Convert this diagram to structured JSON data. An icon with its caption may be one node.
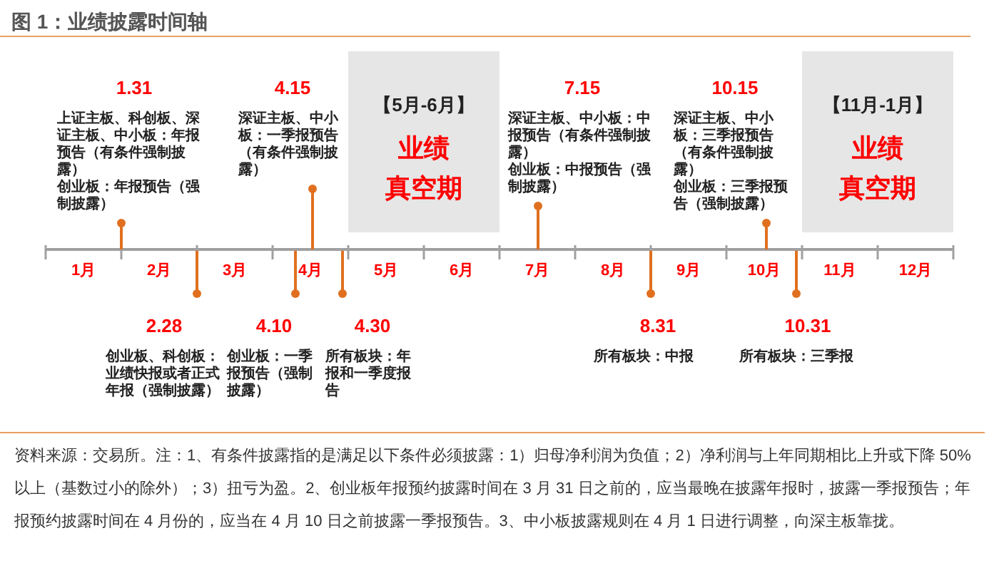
{
  "diagram": {
    "title": "图 1：业绩披露时间轴",
    "nodes": [
      {
        "text": [
          "1.31",
          "**上证主板、科创板、深证主板、中小板：**年报预告（有条件强制披露）",
          "**创业板：**年报预告（强制披露）"
        ]
      },
      {
        "text": [
          "4.15",
          "**深证主板、中小板：**一季报预告（有条件强制披露）"
        ]
      },
      {
        "text": [
          "【5月-6月】",
          "业绩",
          "真空期"
        ]
      },
      {
        "text": [
          "7.15",
          "**深证主板、中小板：**中报预告（有条件强制披露）",
          "**创业板：**中报预告（强制披露）"
        ]
      },
      {
        "text": [
          "10.15",
          "**深证主板、中小板：**三季报预告（有条件强制披露）",
          "**创业板：**三季报预告（强制披露）"
        ]
      },
      {
        "text": [
          "【11月-1月】",
          "业绩",
          "真空期"
        ]
      },
      {
        "text": [
          "2.28",
          "**创业板、科创板：**业绩快报或者正式年报（强制披露）"
        ]
      },
      {
        "text": [
          "4.10",
          "**创业板：**一季报预告（强制披露）"
        ]
      },
      {
        "text": [
          "4.30",
          "**所有板块：**年报和一季度报告"
        ]
      },
      {
        "text": [
          "8.31",
          "**所有板块：**中报"
        ]
      },
      {
        "text": [
          "10.31",
          "**所有板块：**三季报"
        ]
      }
    ],
    "edges": [
      {
        "from": 0,
        "to": null,
        "arrow": "other"
      },
      {
        "from": 1,
        "to": null,
        "arrow": "other"
      },
      {
        "from": 3,
        "to": null,
        "arrow": "other"
      },
      {
        "from": 4,
        "to": null,
        "arrow": "other"
      },
      {
        "from": 6,
        "to": null,
        "arrow": "other"
      },
      {
        "from": 7,
        "to": null,
        "arrow": "other"
      },
      {
        "from": 8,
        "to": null,
        "arrow": "other"
      },
      {
        "from": 9,
        "to": null,
        "arrow": "other"
      },
      {
        "from": 10,
        "to": null,
        "arrow": "other"
      }
    ],
    "labels": [
      "1月",
      "2月",
      "3月",
      "4月",
      "5月",
      "6月",
      "7月",
      "8月",
      "9月",
      "10月",
      "11月",
      "12月"
    ],
    "caption": "资料来源：交易所。注：1、有条件披露指的是满足以下条件必须披露：1）归母净利润为负值；2）净利润与上年同期相比上升或下降 50%以上（基数过小的除外）；3）扭亏为盈。2、创业板年报预约披露时间在 3 月 31 日之前的，应当最晚在披露年报时，披露一季报预告；年报预约披露时间在 4 月份的，应当在 4 月 10 日之前披露一季报预告。3、中小板披露规则在 4 月 1 日进行调整，向深主板靠拢。"
  }
}
